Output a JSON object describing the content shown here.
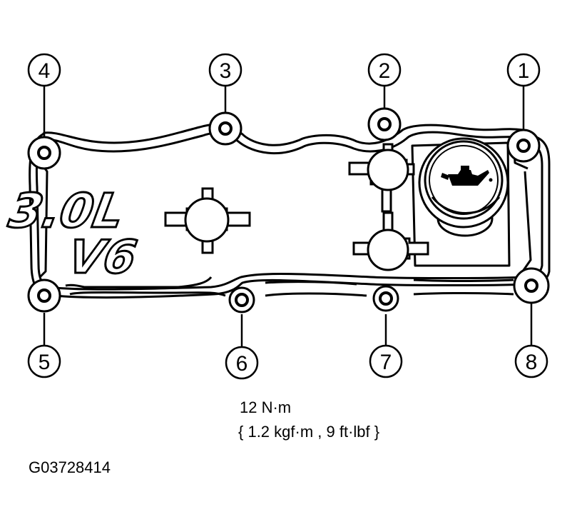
{
  "diagram": {
    "logo": {
      "line1": "3.0L",
      "line2": "V6"
    },
    "callouts": [
      {
        "number": "1"
      },
      {
        "number": "2"
      },
      {
        "number": "3"
      },
      {
        "number": "4"
      },
      {
        "number": "5"
      },
      {
        "number": "6"
      },
      {
        "number": "7"
      },
      {
        "number": "8"
      }
    ],
    "torque": {
      "value": "12 N·m",
      "alternate": "{ 1.2 kgf·m , 9 ft·lbf }"
    },
    "figure_id": "G03728414",
    "icons": [
      "oil-can-icon",
      "bolt-hole-icon"
    ]
  }
}
